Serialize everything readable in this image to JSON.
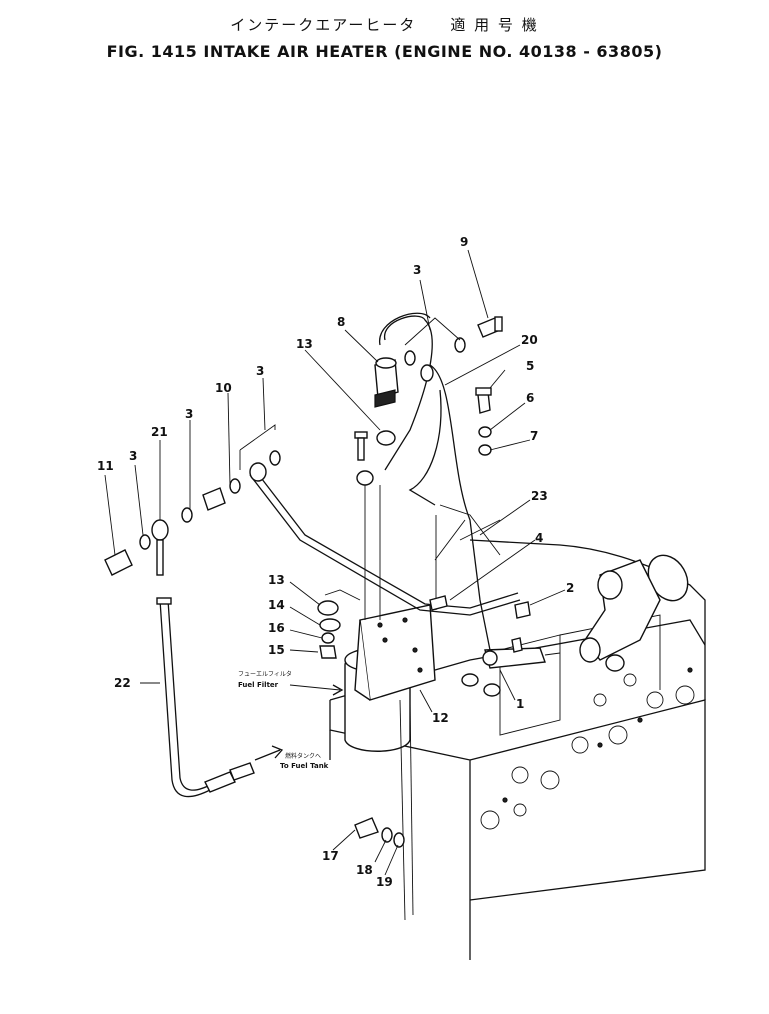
{
  "title_jp": "インテークエアーヒータ　　適 用 号 機",
  "title_en": "FIG. 1415 INTAKE AIR HEATER (ENGINE NO. 40138 - 63805)",
  "notes": {
    "fuel_filter_jp": "フューエルフィルタ",
    "fuel_filter": "Fuel Filter",
    "fuel_tank_jp": "燃料タンクへ",
    "fuel_tank": "To Fuel Tank"
  },
  "part_labels": [
    {
      "id": "p9",
      "text": "9"
    },
    {
      "id": "p3a",
      "text": "3"
    },
    {
      "id": "p8",
      "text": "8"
    },
    {
      "id": "p20",
      "text": "20"
    },
    {
      "id": "p13a",
      "text": "13"
    },
    {
      "id": "p5",
      "text": "5"
    },
    {
      "id": "p3b",
      "text": "3"
    },
    {
      "id": "p10",
      "text": "10"
    },
    {
      "id": "p6",
      "text": "6"
    },
    {
      "id": "p3c",
      "text": "3"
    },
    {
      "id": "p7",
      "text": "7"
    },
    {
      "id": "p21",
      "text": "21"
    },
    {
      "id": "p3d",
      "text": "3"
    },
    {
      "id": "p11",
      "text": "11"
    },
    {
      "id": "p23",
      "text": "23"
    },
    {
      "id": "p4",
      "text": "4"
    },
    {
      "id": "p2",
      "text": "2"
    },
    {
      "id": "p13b",
      "text": "13"
    },
    {
      "id": "p14",
      "text": "14"
    },
    {
      "id": "p16",
      "text": "16"
    },
    {
      "id": "p15",
      "text": "15"
    },
    {
      "id": "p22",
      "text": "22"
    },
    {
      "id": "p12",
      "text": "12"
    },
    {
      "id": "p1",
      "text": "1"
    },
    {
      "id": "p17",
      "text": "17"
    },
    {
      "id": "p18",
      "text": "18"
    },
    {
      "id": "p19",
      "text": "19"
    }
  ]
}
